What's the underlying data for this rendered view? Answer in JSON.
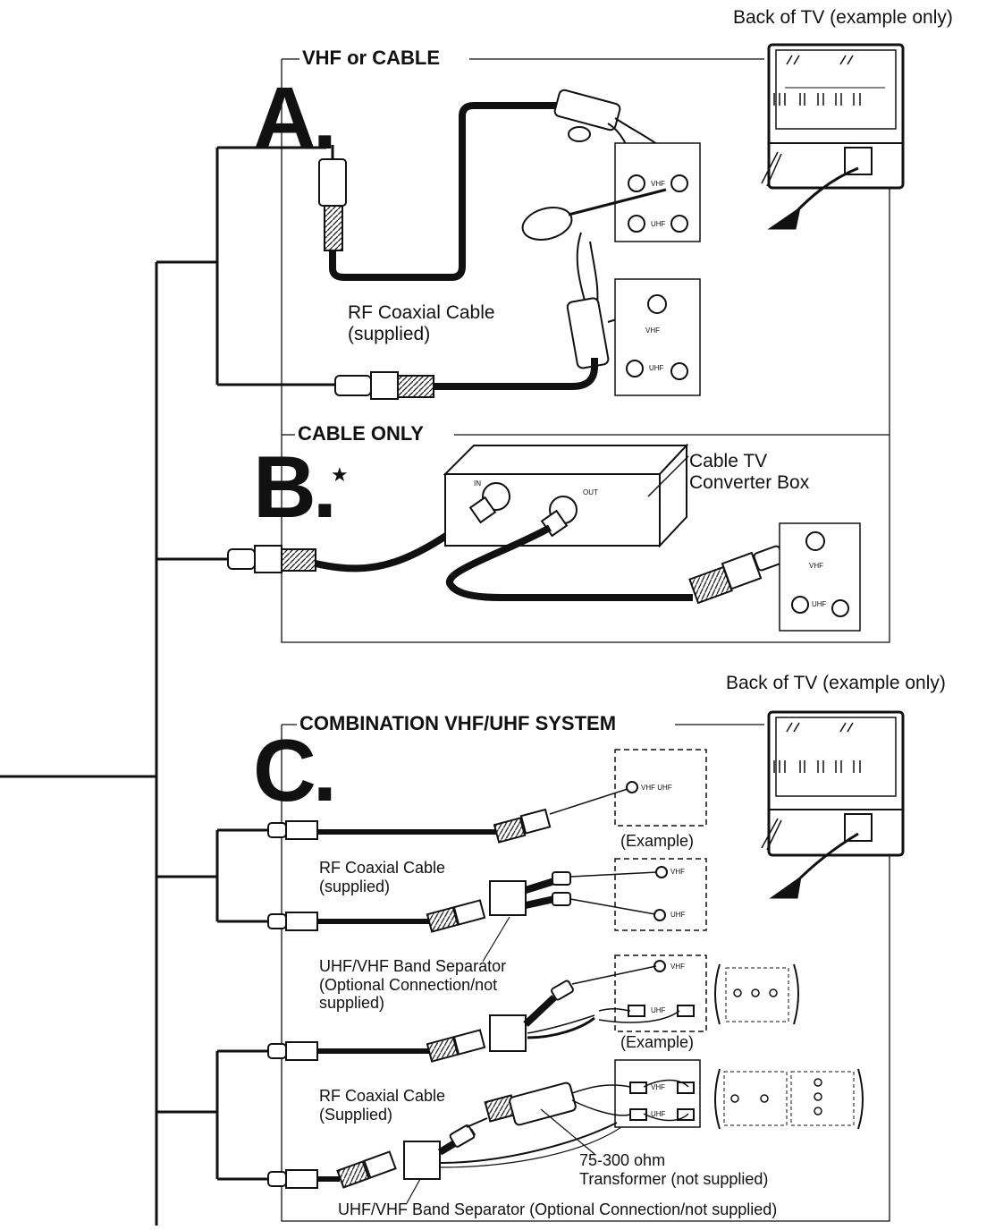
{
  "labels": {
    "back_tv_top": "Back of TV (example only)",
    "back_tv_bottom": "Back of TV (example only)",
    "section_a_header": "VHF or CABLE",
    "section_b_header": "CABLE ONLY",
    "section_c_header": "COMBINATION VHF/UHF SYSTEM",
    "letter_a": "A.",
    "letter_b": "B.",
    "letter_c": "C.",
    "star": "★",
    "rf_cable_a": "RF Coaxial Cable\n(supplied)",
    "converter_box": "Cable TV\nConverter Box",
    "rf_cable_c1": "RF Coaxial Cable\n(supplied)",
    "band_separator_1": "UHF/VHF Band Separator\n(Optional Connection/not\nsupplied)",
    "example_1": "(Example)",
    "example_2": "(Example)",
    "rf_cable_c2": "RF Coaxial Cable\n(Supplied)",
    "transformer": "75-300 ohm\nTransformer (not supplied)",
    "band_separator_2": "UHF/VHF Band Separator (Optional Connection/not supplied)"
  },
  "terminal_text": {
    "vhf": "VHF",
    "uhf": "UHF",
    "vhf_uhf": "VHF UHF",
    "in": "IN",
    "out": "OUT"
  }
}
